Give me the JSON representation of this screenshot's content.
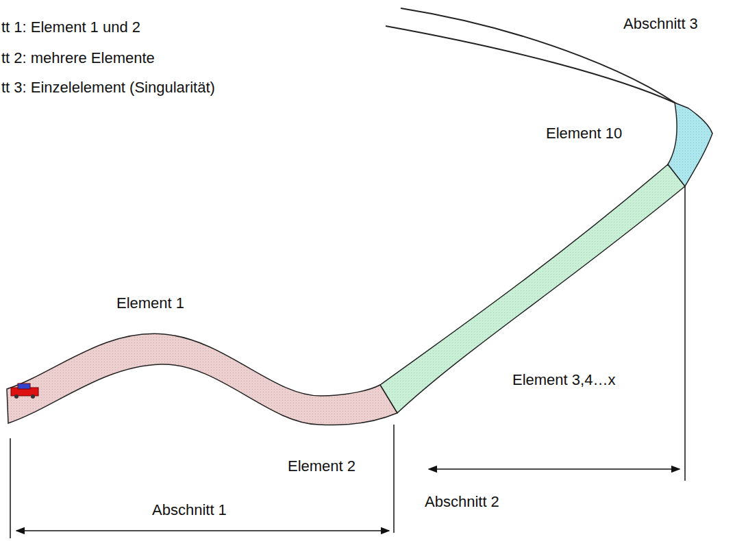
{
  "diagram": {
    "labels": [
      "tt 1: Element 1 und 2",
      "tt 2: mehrere Elemente",
      "tt 3: Einzelelement (Singularität)",
      "Abschnitt 3",
      "Element 10",
      "Element 1",
      "Element 3,4…x",
      "Element 2",
      "Abschnitt 1",
      "Abschnitt 2"
    ]
  }
}
